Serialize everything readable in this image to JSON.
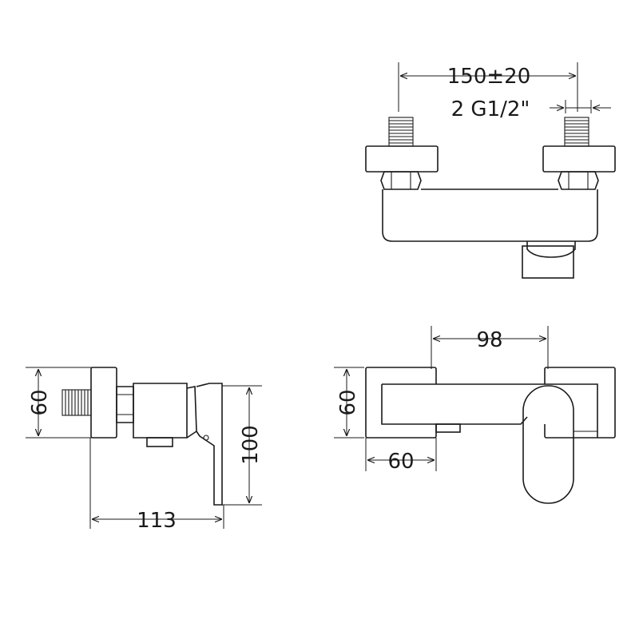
{
  "dimensions": {
    "top_inlet_spacing": "150±20",
    "top_connection": "2 G1/2\"",
    "side_height": "60",
    "side_total_height": "100",
    "side_depth": "113",
    "front_width": "98",
    "front_height": "60",
    "front_bottom_width": "60"
  },
  "colors": {
    "line": "#1a1a1a",
    "background": "#ffffff"
  }
}
